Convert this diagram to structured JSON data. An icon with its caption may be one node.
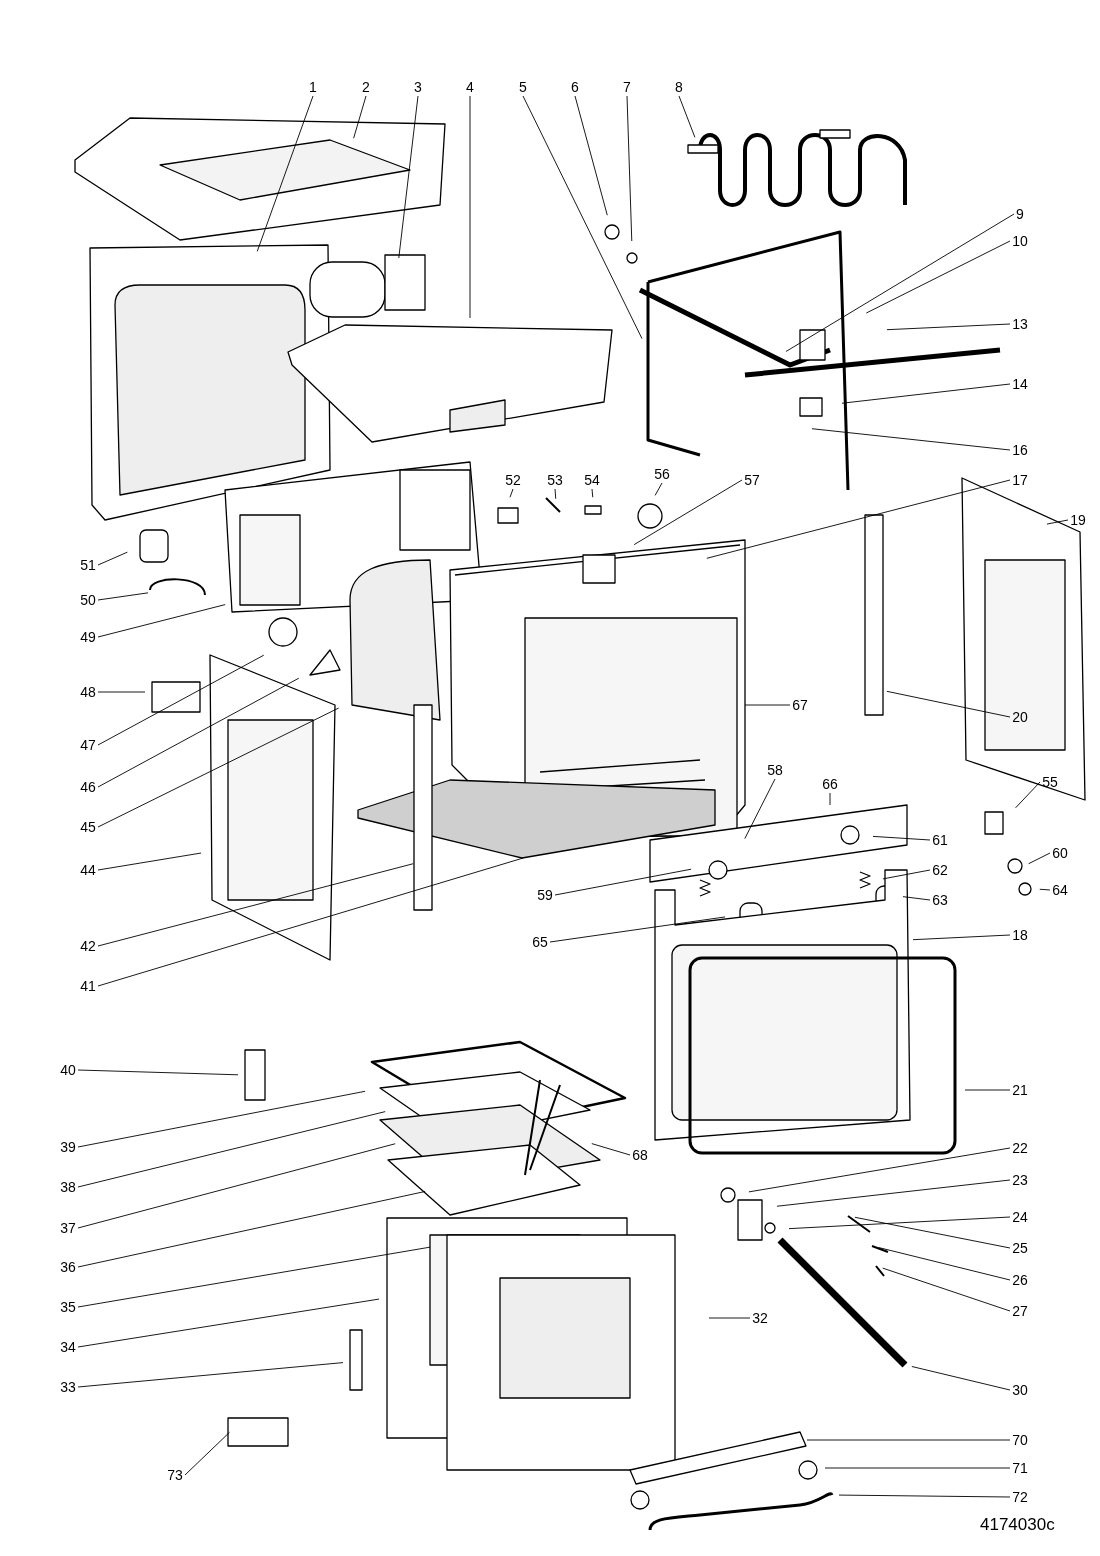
{
  "diagram": {
    "nodes": [
      {
        "text": [
          "1"
        ]
      },
      {
        "text": [
          "2"
        ]
      },
      {
        "text": [
          "3"
        ]
      },
      {
        "text": [
          "4"
        ]
      },
      {
        "text": [
          "5"
        ]
      },
      {
        "text": [
          "6"
        ]
      },
      {
        "text": [
          "7"
        ]
      },
      {
        "text": [
          "8"
        ]
      },
      {
        "text": [
          "9"
        ]
      },
      {
        "text": [
          "10"
        ]
      },
      {
        "text": [
          "13"
        ]
      },
      {
        "text": [
          "14"
        ]
      },
      {
        "text": [
          "16"
        ]
      },
      {
        "text": [
          "17"
        ]
      },
      {
        "text": [
          "57"
        ]
      },
      {
        "text": [
          "52"
        ]
      },
      {
        "text": [
          "53"
        ]
      },
      {
        "text": [
          "54"
        ]
      },
      {
        "text": [
          "56"
        ]
      },
      {
        "text": [
          "51"
        ]
      },
      {
        "text": [
          "19"
        ]
      },
      {
        "text": [
          "50"
        ]
      },
      {
        "text": [
          "49"
        ]
      },
      {
        "text": [
          "48"
        ]
      },
      {
        "text": [
          "47"
        ]
      },
      {
        "text": [
          "20"
        ]
      },
      {
        "text": [
          "67"
        ]
      },
      {
        "text": [
          "46"
        ]
      },
      {
        "text": [
          "45"
        ]
      },
      {
        "text": [
          "44"
        ]
      },
      {
        "text": [
          "58"
        ]
      },
      {
        "text": [
          "66"
        ]
      },
      {
        "text": [
          "55"
        ]
      },
      {
        "text": [
          "61"
        ]
      },
      {
        "text": [
          "60"
        ]
      },
      {
        "text": [
          "59"
        ]
      },
      {
        "text": [
          "62"
        ]
      },
      {
        "text": [
          "64"
        ]
      },
      {
        "text": [
          "63"
        ]
      },
      {
        "text": [
          "65"
        ]
      },
      {
        "text": [
          "18"
        ]
      },
      {
        "text": [
          "42"
        ]
      },
      {
        "text": [
          "41"
        ]
      },
      {
        "text": [
          "40"
        ]
      },
      {
        "text": [
          "39"
        ]
      },
      {
        "text": [
          "21"
        ]
      },
      {
        "text": [
          "38"
        ]
      },
      {
        "text": [
          "37"
        ]
      },
      {
        "text": [
          "22"
        ]
      },
      {
        "text": [
          "68"
        ]
      },
      {
        "text": [
          "23"
        ]
      },
      {
        "text": [
          "24"
        ]
      },
      {
        "text": [
          "25"
        ]
      },
      {
        "text": [
          "26"
        ]
      },
      {
        "text": [
          "36"
        ]
      },
      {
        "text": [
          "27"
        ]
      },
      {
        "text": [
          "35"
        ]
      },
      {
        "text": [
          "34"
        ]
      },
      {
        "text": [
          "32"
        ]
      },
      {
        "text": [
          "33"
        ]
      },
      {
        "text": [
          "30"
        ]
      },
      {
        "text": [
          "70"
        ]
      },
      {
        "text": [
          "73"
        ]
      },
      {
        "text": [
          "71"
        ]
      },
      {
        "text": [
          "72"
        ]
      }
    ],
    "edges": [
      {
        "from": 0,
        "to": null,
        "arrow": "none"
      },
      {
        "from": 1,
        "to": null,
        "arrow": "none"
      },
      {
        "from": 2,
        "to": null,
        "arrow": "none"
      },
      {
        "from": 3,
        "to": null,
        "arrow": "none"
      },
      {
        "from": 4,
        "to": null,
        "arrow": "none"
      },
      {
        "from": 5,
        "to": null,
        "arrow": "none"
      },
      {
        "from": 6,
        "to": null,
        "arrow": "none"
      },
      {
        "from": 7,
        "to": null,
        "arrow": "none"
      },
      {
        "from": 8,
        "to": null,
        "arrow": "none"
      },
      {
        "from": 9,
        "to": null,
        "arrow": "none"
      },
      {
        "from": 10,
        "to": null,
        "arrow": "none"
      },
      {
        "from": 11,
        "to": null,
        "arrow": "none"
      },
      {
        "from": 12,
        "to": null,
        "arrow": "none"
      },
      {
        "from": 13,
        "to": null,
        "arrow": "none"
      },
      {
        "from": 14,
        "to": null,
        "arrow": "none"
      },
      {
        "from": 15,
        "to": null,
        "arrow": "none"
      },
      {
        "from": 16,
        "to": null,
        "arrow": "none"
      },
      {
        "from": 17,
        "to": null,
        "arrow": "none"
      },
      {
        "from": 18,
        "to": null,
        "arrow": "none"
      },
      {
        "from": 19,
        "to": null,
        "arrow": "none"
      },
      {
        "from": 20,
        "to": null,
        "arrow": "none"
      },
      {
        "from": 21,
        "to": null,
        "arrow": "none"
      },
      {
        "from": 22,
        "to": null,
        "arrow": "none"
      },
      {
        "from": 23,
        "to": null,
        "arrow": "none"
      },
      {
        "from": 24,
        "to": null,
        "arrow": "none"
      },
      {
        "from": 25,
        "to": null,
        "arrow": "none"
      },
      {
        "from": 26,
        "to": null,
        "arrow": "none"
      },
      {
        "from": 27,
        "to": null,
        "arrow": "none"
      },
      {
        "from": 28,
        "to": null,
        "arrow": "none"
      },
      {
        "from": 29,
        "to": null,
        "arrow": "none"
      },
      {
        "from": 30,
        "to": null,
        "arrow": "none"
      },
      {
        "from": 31,
        "to": null,
        "arrow": "none"
      },
      {
        "from": 32,
        "to": null,
        "arrow": "none"
      },
      {
        "from": 33,
        "to": null,
        "arrow": "none"
      },
      {
        "from": 34,
        "to": null,
        "arrow": "none"
      },
      {
        "from": 35,
        "to": null,
        "arrow": "none"
      },
      {
        "from": 36,
        "to": null,
        "arrow": "none"
      },
      {
        "from": 37,
        "to": null,
        "arrow": "none"
      },
      {
        "from": 38,
        "to": null,
        "arrow": "none"
      },
      {
        "from": 39,
        "to": null,
        "arrow": "none"
      },
      {
        "from": 40,
        "to": null,
        "arrow": "none"
      },
      {
        "from": 41,
        "to": null,
        "arrow": "none"
      },
      {
        "from": 42,
        "to": null,
        "arrow": "none"
      },
      {
        "from": 43,
        "to": null,
        "arrow": "none"
      },
      {
        "from": 44,
        "to": null,
        "arrow": "none"
      },
      {
        "from": 45,
        "to": null,
        "arrow": "none"
      },
      {
        "from": 46,
        "to": null,
        "arrow": "none"
      },
      {
        "from": 47,
        "to": null,
        "arrow": "none"
      },
      {
        "from": 48,
        "to": null,
        "arrow": "none"
      },
      {
        "from": 49,
        "to": null,
        "arrow": "none"
      },
      {
        "from": 50,
        "to": null,
        "arrow": "none"
      },
      {
        "from": 51,
        "to": null,
        "arrow": "none"
      },
      {
        "from": 52,
        "to": null,
        "arrow": "none"
      },
      {
        "from": 53,
        "to": null,
        "arrow": "none"
      },
      {
        "from": 54,
        "to": null,
        "arrow": "none"
      },
      {
        "from": 55,
        "to": null,
        "arrow": "none"
      },
      {
        "from": 56,
        "to": null,
        "arrow": "none"
      },
      {
        "from": 57,
        "to": null,
        "arrow": "none"
      },
      {
        "from": 58,
        "to": null,
        "arrow": "none"
      },
      {
        "from": 59,
        "to": null,
        "arrow": "none"
      },
      {
        "from": 60,
        "to": null,
        "arrow": "none"
      },
      {
        "from": 61,
        "to": null,
        "arrow": "none"
      },
      {
        "from": 62,
        "to": null,
        "arrow": "none"
      },
      {
        "from": 63,
        "to": null,
        "arrow": "none"
      },
      {
        "from": 64,
        "to": null,
        "arrow": "none"
      }
    ],
    "labels": [
      "4174030c"
    ]
  }
}
